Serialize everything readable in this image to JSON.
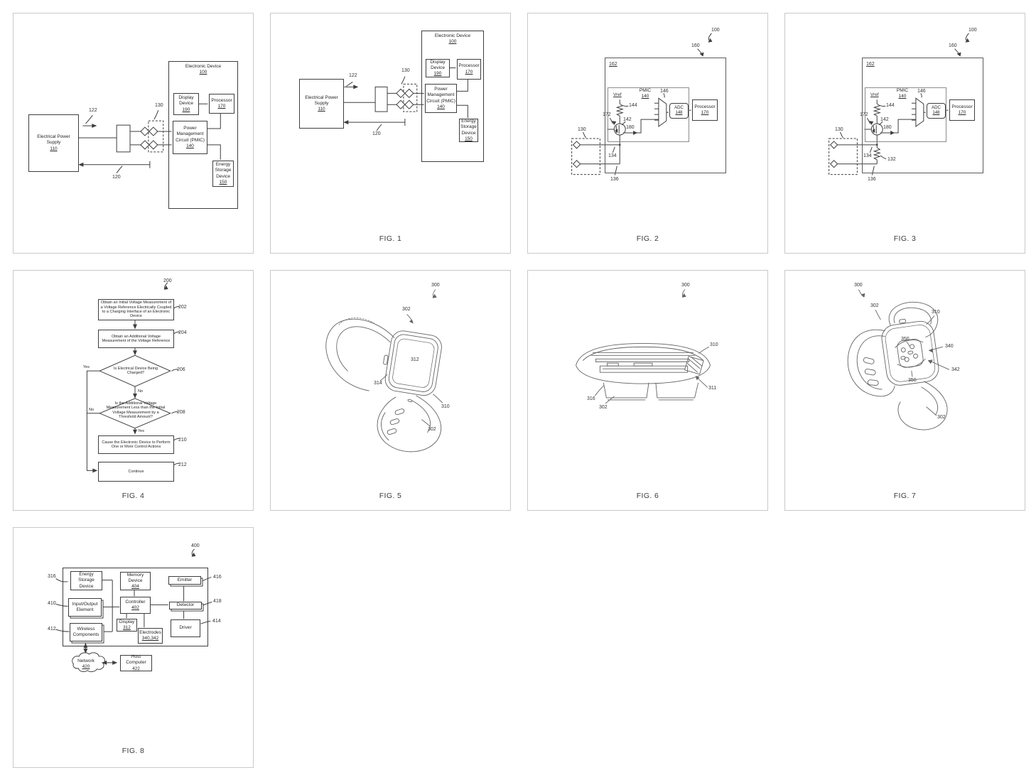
{
  "figures": {
    "fig1": {
      "caption": "FIG. 1",
      "electronic_device": {
        "label": "Electronic Device",
        "num": "100"
      },
      "display": {
        "label": "Display Device",
        "num": "190"
      },
      "processor": {
        "label": "Processor",
        "num": "170"
      },
      "pmic": {
        "label": "Power Management Circuit (PMIC)",
        "num": "140"
      },
      "energy": {
        "label": "Energy Storage Device",
        "num": "150"
      },
      "supply": {
        "label": "Electrical Power Supply",
        "num": "110"
      },
      "refs": {
        "r120": "120",
        "r122": "122",
        "r130": "130"
      }
    },
    "fig2": {
      "caption": "FIG. 2",
      "vref": "Vref",
      "pmic": {
        "label": "PMIC",
        "num": "140"
      },
      "adc": {
        "label": "ADC",
        "num": "148"
      },
      "processor": {
        "label": "Processor",
        "num": "170"
      },
      "refs": {
        "r100": "100",
        "r160": "160",
        "r162": "162",
        "r130": "130",
        "r134": "134",
        "r136": "136",
        "r144": "144",
        "r142": "142",
        "r146": "146",
        "r172": "172",
        "r180": "180"
      }
    },
    "fig3": {
      "caption": "FIG. 3",
      "refs": {
        "r132": "132"
      }
    },
    "fig4": {
      "caption": "FIG. 4",
      "r200": "200",
      "steps": {
        "s202": {
          "text": "Obtain an Initial Voltage Measurement of a Voltage Reference Electrically Coupled to a Charging Interface of an Electronic Device",
          "ref": "202"
        },
        "s204": {
          "text": "Obtain an Additional Voltage Measurement of the Voltage Reference",
          "ref": "204"
        },
        "d206": {
          "text": "Is Electrical Device Being Charged?",
          "ref": "206",
          "yes": "Yes",
          "no": "No"
        },
        "d208": {
          "text": "Is the Additional Voltage Measurement Less than the Initial Voltage Measurement by a Threshold Amount?",
          "ref": "208",
          "yes": "Yes",
          "no": "No"
        },
        "s210": {
          "text": "Cause the Electronic Device to Perform One or More Control Actions",
          "ref": "210"
        },
        "s212": {
          "text": "Continue",
          "ref": "212"
        }
      }
    },
    "fig5": {
      "caption": "FIG. 5",
      "refs": {
        "r300": "300",
        "r302_top": "302",
        "r312": "312",
        "r314": "314",
        "r310": "310",
        "r302_bottom": "302"
      }
    },
    "fig6": {
      "caption": "FIG. 6",
      "refs": {
        "r300": "300",
        "r310": "310",
        "r311": "311",
        "r316": "316",
        "r302": "302"
      }
    },
    "fig7": {
      "caption": "FIG. 7",
      "refs": {
        "r300": "300",
        "r302_top": "302",
        "r310": "310",
        "r350_top": "350",
        "r340": "340",
        "r342": "342",
        "r350_bottom": "350",
        "r302_bottom": "302"
      }
    },
    "fig8": {
      "caption": "FIG. 8",
      "r400": "400",
      "blocks": {
        "energy": {
          "label": "Energy Storage Device"
        },
        "memory": {
          "label": "Memory Device",
          "num": "404"
        },
        "emitter": {
          "label": "Emitter"
        },
        "io": {
          "label": "Input/Output Element"
        },
        "controller": {
          "label": "Controller",
          "num": "402"
        },
        "detector": {
          "label": "Detector"
        },
        "wireless": {
          "label": "Wireless Components"
        },
        "display": {
          "label": "Display",
          "num": "312"
        },
        "electrodes": {
          "label": "Electrodes",
          "num": "340,342"
        },
        "driver": {
          "label": "Driver"
        },
        "network": {
          "label": "Network",
          "num": "420"
        },
        "host": {
          "label": "Host Computer",
          "num": "422"
        }
      },
      "refs": {
        "r316": "316",
        "r410": "410",
        "r412": "412",
        "r416": "416",
        "r418": "418",
        "r414": "414"
      }
    }
  }
}
